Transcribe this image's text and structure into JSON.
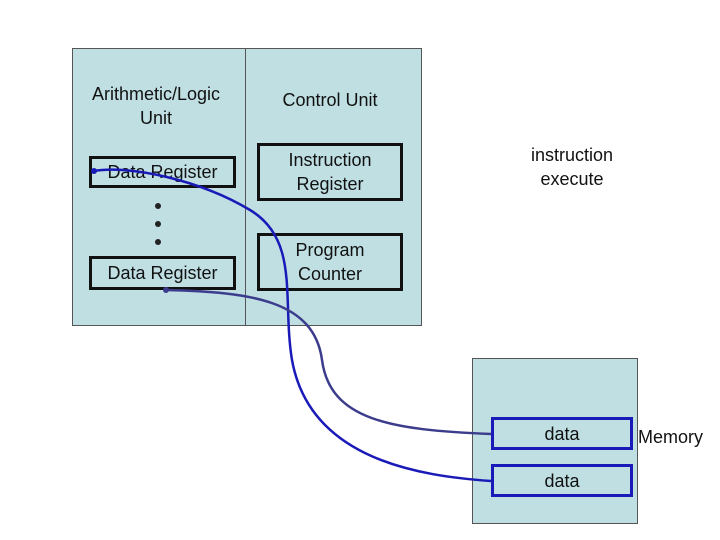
{
  "cpu": {
    "alu": {
      "title": "Arithmetic/Logic\nUnit",
      "register_top": "Data Register",
      "register_bottom": "Data Register"
    },
    "control": {
      "title": "Control Unit",
      "instruction_register": "Instruction\nRegister",
      "program_counter": "Program\nCounter"
    }
  },
  "cycle_label": "instruction\nexecute",
  "memory": {
    "label": "Memory",
    "cells": [
      "data",
      "data"
    ]
  },
  "colors": {
    "panel": "#bfdfe3",
    "line_blue": "#1a1ab8",
    "line_slate": "#3c3c8c"
  }
}
